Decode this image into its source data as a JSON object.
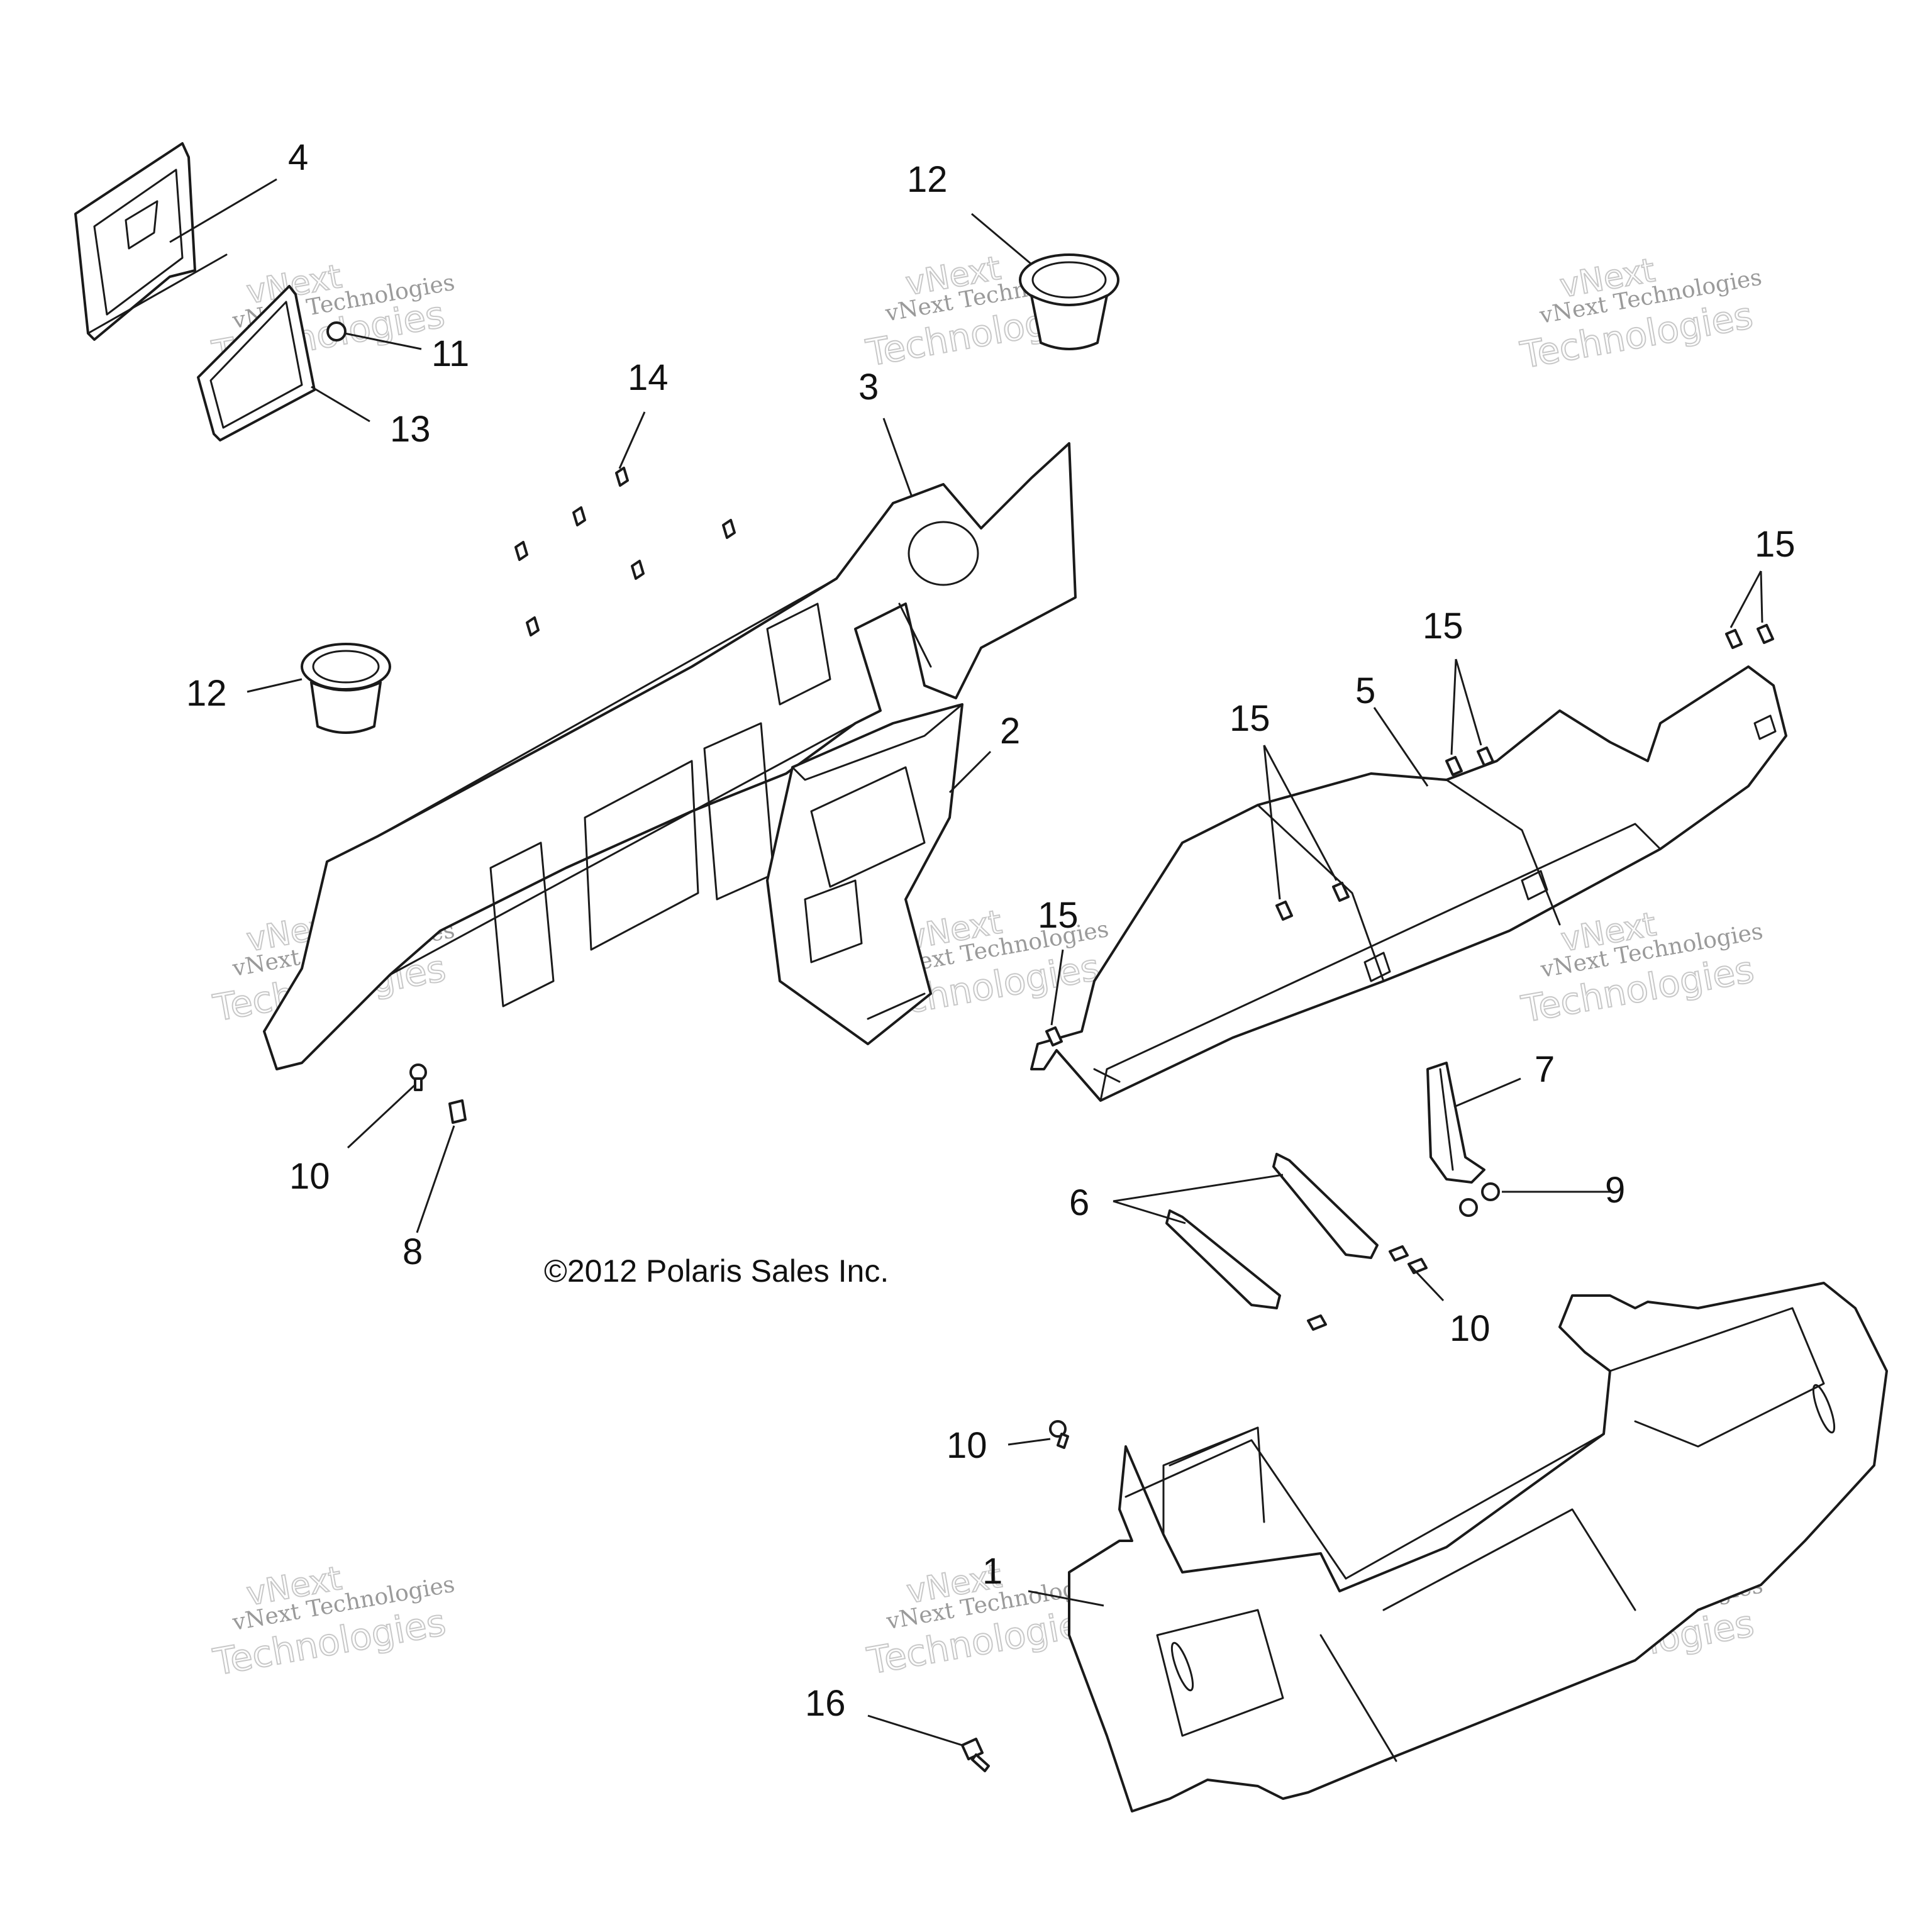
{
  "callouts": {
    "c1": "1",
    "c2": "2",
    "c3": "3",
    "c4": "4",
    "c5": "5",
    "c6": "6",
    "c7": "7",
    "c8": "8",
    "c9": "9",
    "c10": "10",
    "c11": "11",
    "c12": "12",
    "c13": "13",
    "c14": "14",
    "c15": "15",
    "c16": "16"
  },
  "copyright": "©2012 Polaris Sales Inc.",
  "watermark": {
    "line1": "vNext",
    "line2": "vNext Technologies",
    "line3": "Technologies"
  }
}
